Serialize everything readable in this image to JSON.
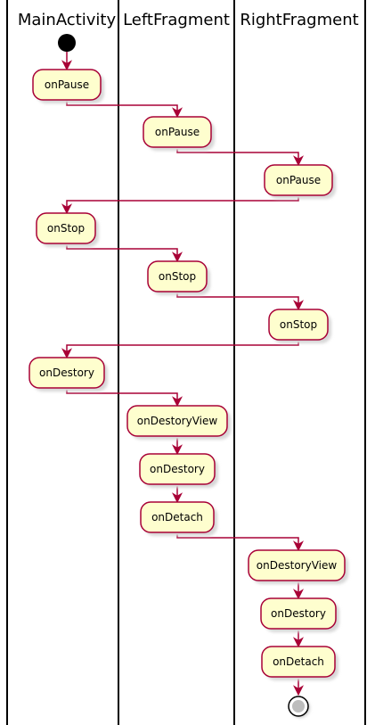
{
  "lanes": [
    {
      "title": "MainActivity"
    },
    {
      "title": "LeftFragment"
    },
    {
      "title": "RightFragment"
    }
  ],
  "activities": [
    {
      "id": "a1",
      "label": "onPause",
      "lane": 0
    },
    {
      "id": "a2",
      "label": "onPause",
      "lane": 1
    },
    {
      "id": "a3",
      "label": "onPause",
      "lane": 2
    },
    {
      "id": "a4",
      "label": "onStop",
      "lane": 0
    },
    {
      "id": "a5",
      "label": "onStop",
      "lane": 1
    },
    {
      "id": "a6",
      "label": "onStop",
      "lane": 2
    },
    {
      "id": "a7",
      "label": "onDestory",
      "lane": 0
    },
    {
      "id": "a8",
      "label": "onDestoryView",
      "lane": 1
    },
    {
      "id": "a9",
      "label": "onDestory",
      "lane": 1
    },
    {
      "id": "a10",
      "label": "onDetach",
      "lane": 1
    },
    {
      "id": "a11",
      "label": "onDestoryView",
      "lane": 2
    },
    {
      "id": "a12",
      "label": "onDestory",
      "lane": 2
    },
    {
      "id": "a13",
      "label": "onDetach",
      "lane": 2
    }
  ],
  "colors": {
    "activity_fill": "#FEFECE",
    "activity_border": "#A80036",
    "arrow": "#A80036",
    "lane_line": "#000000"
  }
}
